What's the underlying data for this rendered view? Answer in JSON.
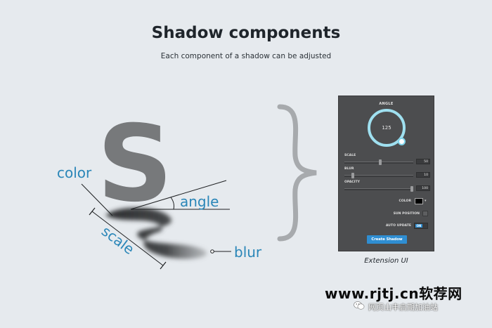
{
  "header": {
    "title": "Shadow components",
    "subtitle": "Each component of a shadow can be adjusted"
  },
  "diagram": {
    "glyph": "S",
    "labels": {
      "color": "color",
      "angle": "angle",
      "scale": "scale",
      "blur": "blur"
    },
    "colors": {
      "glyph": "#77797b",
      "shadow": "#3b3d3f",
      "label": "#2a86b8",
      "brace": "#a7aaad"
    }
  },
  "panel": {
    "angle_label": "ANGLE",
    "angle_value": "125",
    "scale_label": "SCALE",
    "scale_value": "50",
    "blur_label": "BLUR",
    "blur_value": "10",
    "opacity_label": "OPACITY",
    "opacity_value": "100",
    "color_label": "COLOR",
    "sun_position_label": "SUN POSITION",
    "auto_update_label": "AUTO UPDATE",
    "auto_update_state": "ON",
    "create_button": "Create Shadow",
    "accent": "#2f8ed2",
    "dial_color": "#9fe0f0"
  },
  "caption": "Extension UI",
  "watermark": {
    "url": "www.rjtj.cn软荐网",
    "sub": "网页山丰启期加油站"
  }
}
